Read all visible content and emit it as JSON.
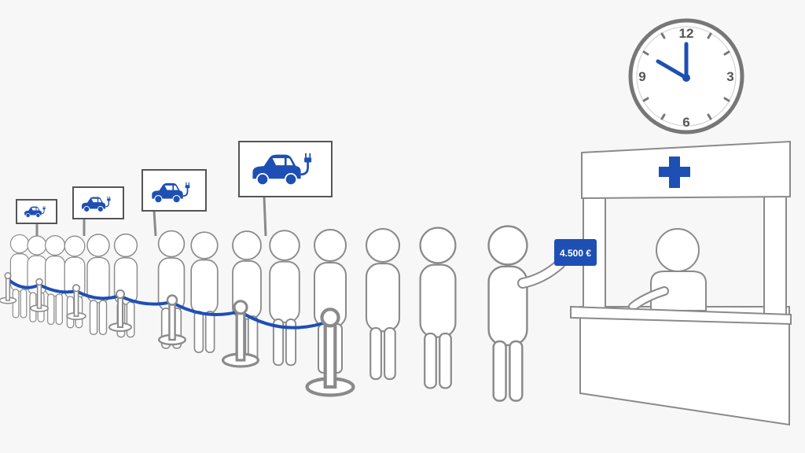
{
  "colors": {
    "background": "#f7f7f7",
    "outline": "#8a8a8a",
    "figure_fill": "#ffffff",
    "accent_blue": "#1e4fb4",
    "clock_rim": "#777777",
    "clock_text": "#555555"
  },
  "clock": {
    "numerals": {
      "twelve": "12",
      "three": "3",
      "six": "6",
      "nine": "9"
    },
    "icon": "wall-clock-icon"
  },
  "booth": {
    "sign_icon": "medical-cross-icon"
  },
  "price_card": {
    "label": "4.500 €"
  },
  "signs": {
    "icon": "electric-car-icon"
  }
}
